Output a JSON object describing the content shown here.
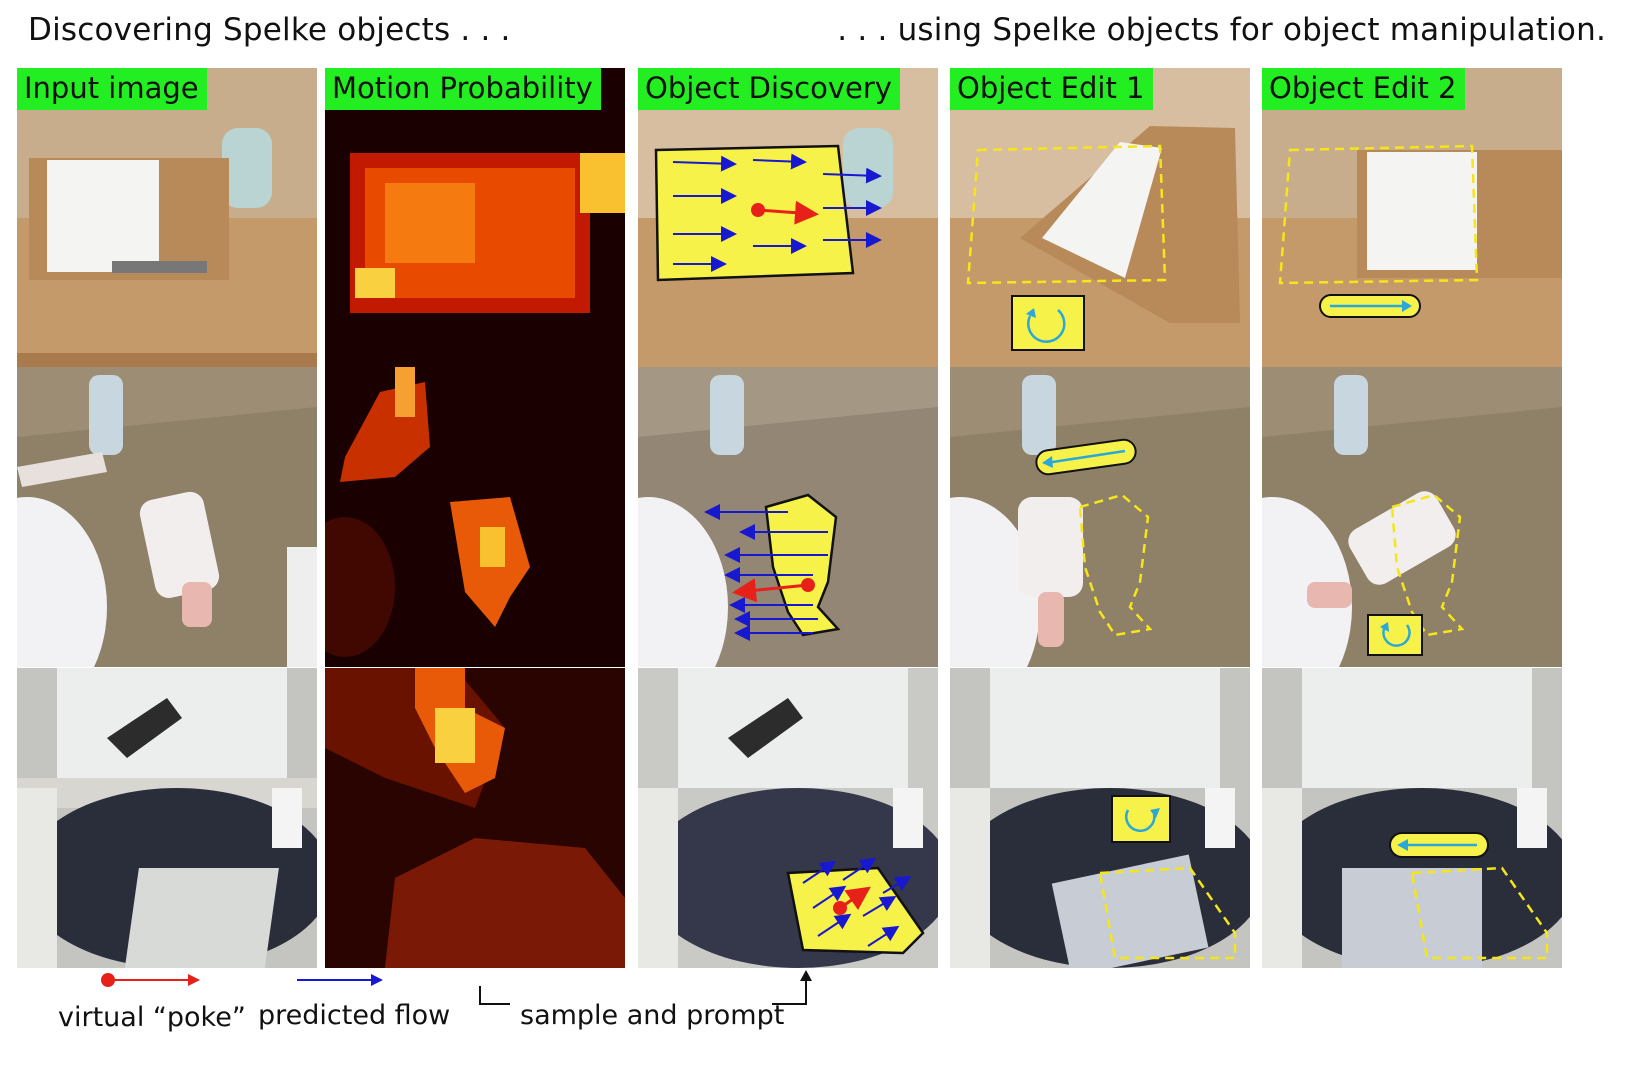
{
  "header": {
    "left": "Discovering Spelke objects   .  .  .",
    "right": ".  .  .  using Spelke objects for object manipulation."
  },
  "columns": [
    {
      "id": "input",
      "label": "Input image"
    },
    {
      "id": "motion",
      "label": "Motion Probability"
    },
    {
      "id": "discovery",
      "label": "Object Discovery"
    },
    {
      "id": "edit1",
      "label": "Object Edit 1"
    },
    {
      "id": "edit2",
      "label": "Object Edit 2"
    }
  ],
  "legend": {
    "poke": "virtual “poke”",
    "flow": "predicted flow",
    "sample": "sample and prompt"
  },
  "colors": {
    "tag_green": "#22ee22",
    "mask_yellow": "#f7f24a",
    "poke_red": "#e8201a",
    "flow_blue": "#1818d0",
    "edit_cyan": "#2aa8d8",
    "dashed_yellow": "#f5e61a"
  }
}
